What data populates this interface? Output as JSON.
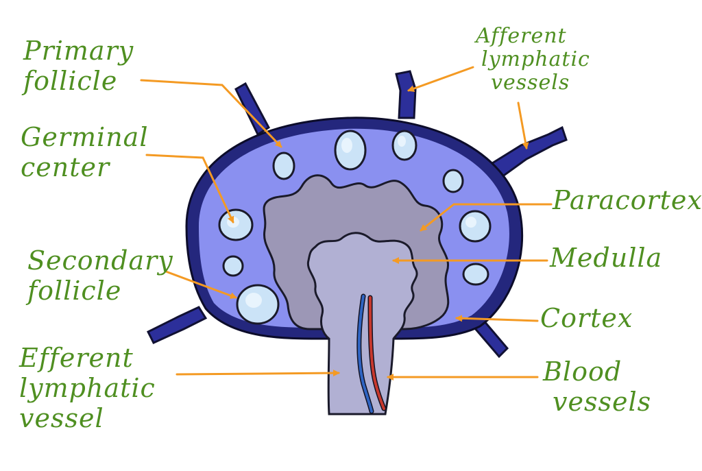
{
  "colors": {
    "capsule": "#24277d",
    "cortex": "#8a90f0",
    "paracortex": "#9c97b6",
    "medulla": "#b1b0d3",
    "follicle": "#cbe3f7",
    "label": "#4f8f21",
    "arrow": "#f49a23",
    "artery": "#c7382d",
    "vein": "#2f64c2"
  },
  "labels": {
    "primary_follicle": [
      "Primary",
      "follicle"
    ],
    "germinal_center": [
      "Germinal",
      "center"
    ],
    "secondary_follicle": [
      "Secondary",
      "follicle"
    ],
    "efferent_lymphatic_vessel": [
      "Efferent",
      "lymphatic",
      "vessel"
    ],
    "afferent_lymphatic_vessels": [
      "Afferent",
      "lymphatic",
      "vessels"
    ],
    "paracortex": "Paracortex",
    "medulla": "Medulla",
    "cortex": "Cortex",
    "blood_vessels": [
      "Blood",
      "vessels"
    ]
  }
}
